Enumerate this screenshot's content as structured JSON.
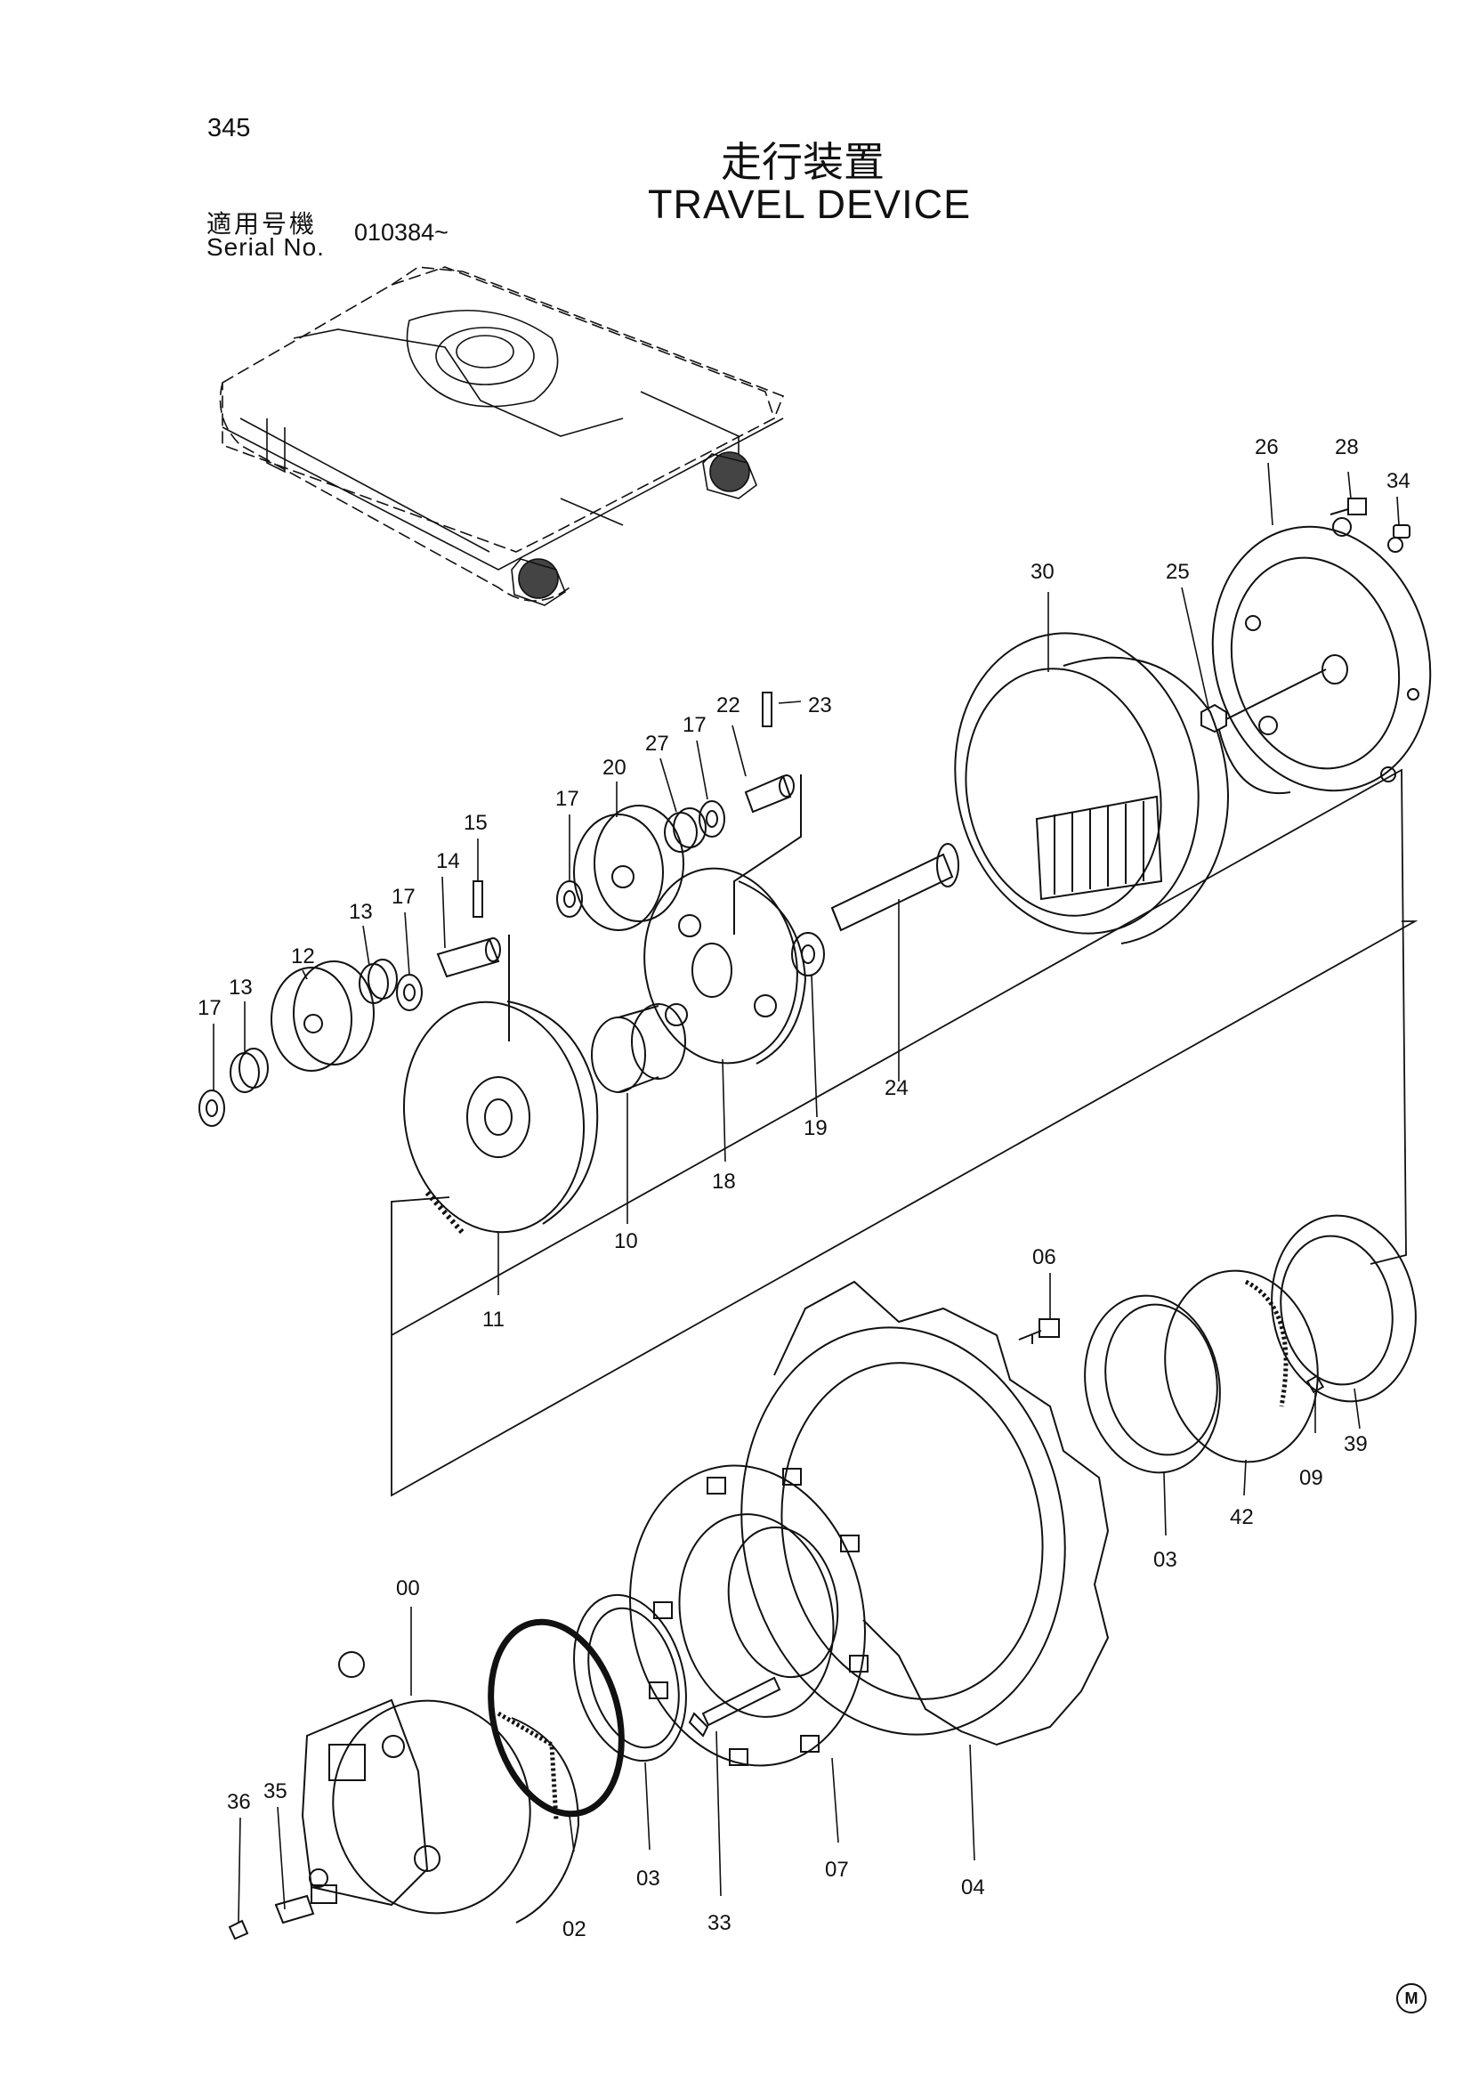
{
  "page_number": "345",
  "title_jp": "走行装置",
  "title_en": "TRAVEL DEVICE",
  "serial": {
    "label_jp": "適用号機",
    "label_en": "Serial No.",
    "value": "010384~"
  },
  "corner_mark": "M",
  "parts": [
    {
      "id": "p26",
      "label": "26"
    },
    {
      "id": "p28",
      "label": "28"
    },
    {
      "id": "p34",
      "label": "34"
    },
    {
      "id": "p30",
      "label": "30"
    },
    {
      "id": "p25",
      "label": "25"
    },
    {
      "id": "p22",
      "label": "22"
    },
    {
      "id": "p23",
      "label": "23"
    },
    {
      "id": "p27",
      "label": "27"
    },
    {
      "id": "p17a",
      "label": "17"
    },
    {
      "id": "p20",
      "label": "20"
    },
    {
      "id": "p17b",
      "label": "17"
    },
    {
      "id": "p15",
      "label": "15"
    },
    {
      "id": "p14",
      "label": "14"
    },
    {
      "id": "p17c",
      "label": "17"
    },
    {
      "id": "p13a",
      "label": "13"
    },
    {
      "id": "p12",
      "label": "12"
    },
    {
      "id": "p17d",
      "label": "17"
    },
    {
      "id": "p13b",
      "label": "13"
    },
    {
      "id": "p24",
      "label": "24"
    },
    {
      "id": "p19",
      "label": "19"
    },
    {
      "id": "p18",
      "label": "18"
    },
    {
      "id": "p10",
      "label": "10"
    },
    {
      "id": "p11",
      "label": "11"
    },
    {
      "id": "p06",
      "label": "06"
    },
    {
      "id": "p39",
      "label": "39"
    },
    {
      "id": "p09",
      "label": "09"
    },
    {
      "id": "p42",
      "label": "42"
    },
    {
      "id": "p03a",
      "label": "03"
    },
    {
      "id": "p00",
      "label": "00"
    },
    {
      "id": "p35",
      "label": "35"
    },
    {
      "id": "p36",
      "label": "36"
    },
    {
      "id": "p02",
      "label": "02"
    },
    {
      "id": "p03b",
      "label": "03"
    },
    {
      "id": "p33",
      "label": "33"
    },
    {
      "id": "p07",
      "label": "07"
    },
    {
      "id": "p04",
      "label": "04"
    }
  ]
}
